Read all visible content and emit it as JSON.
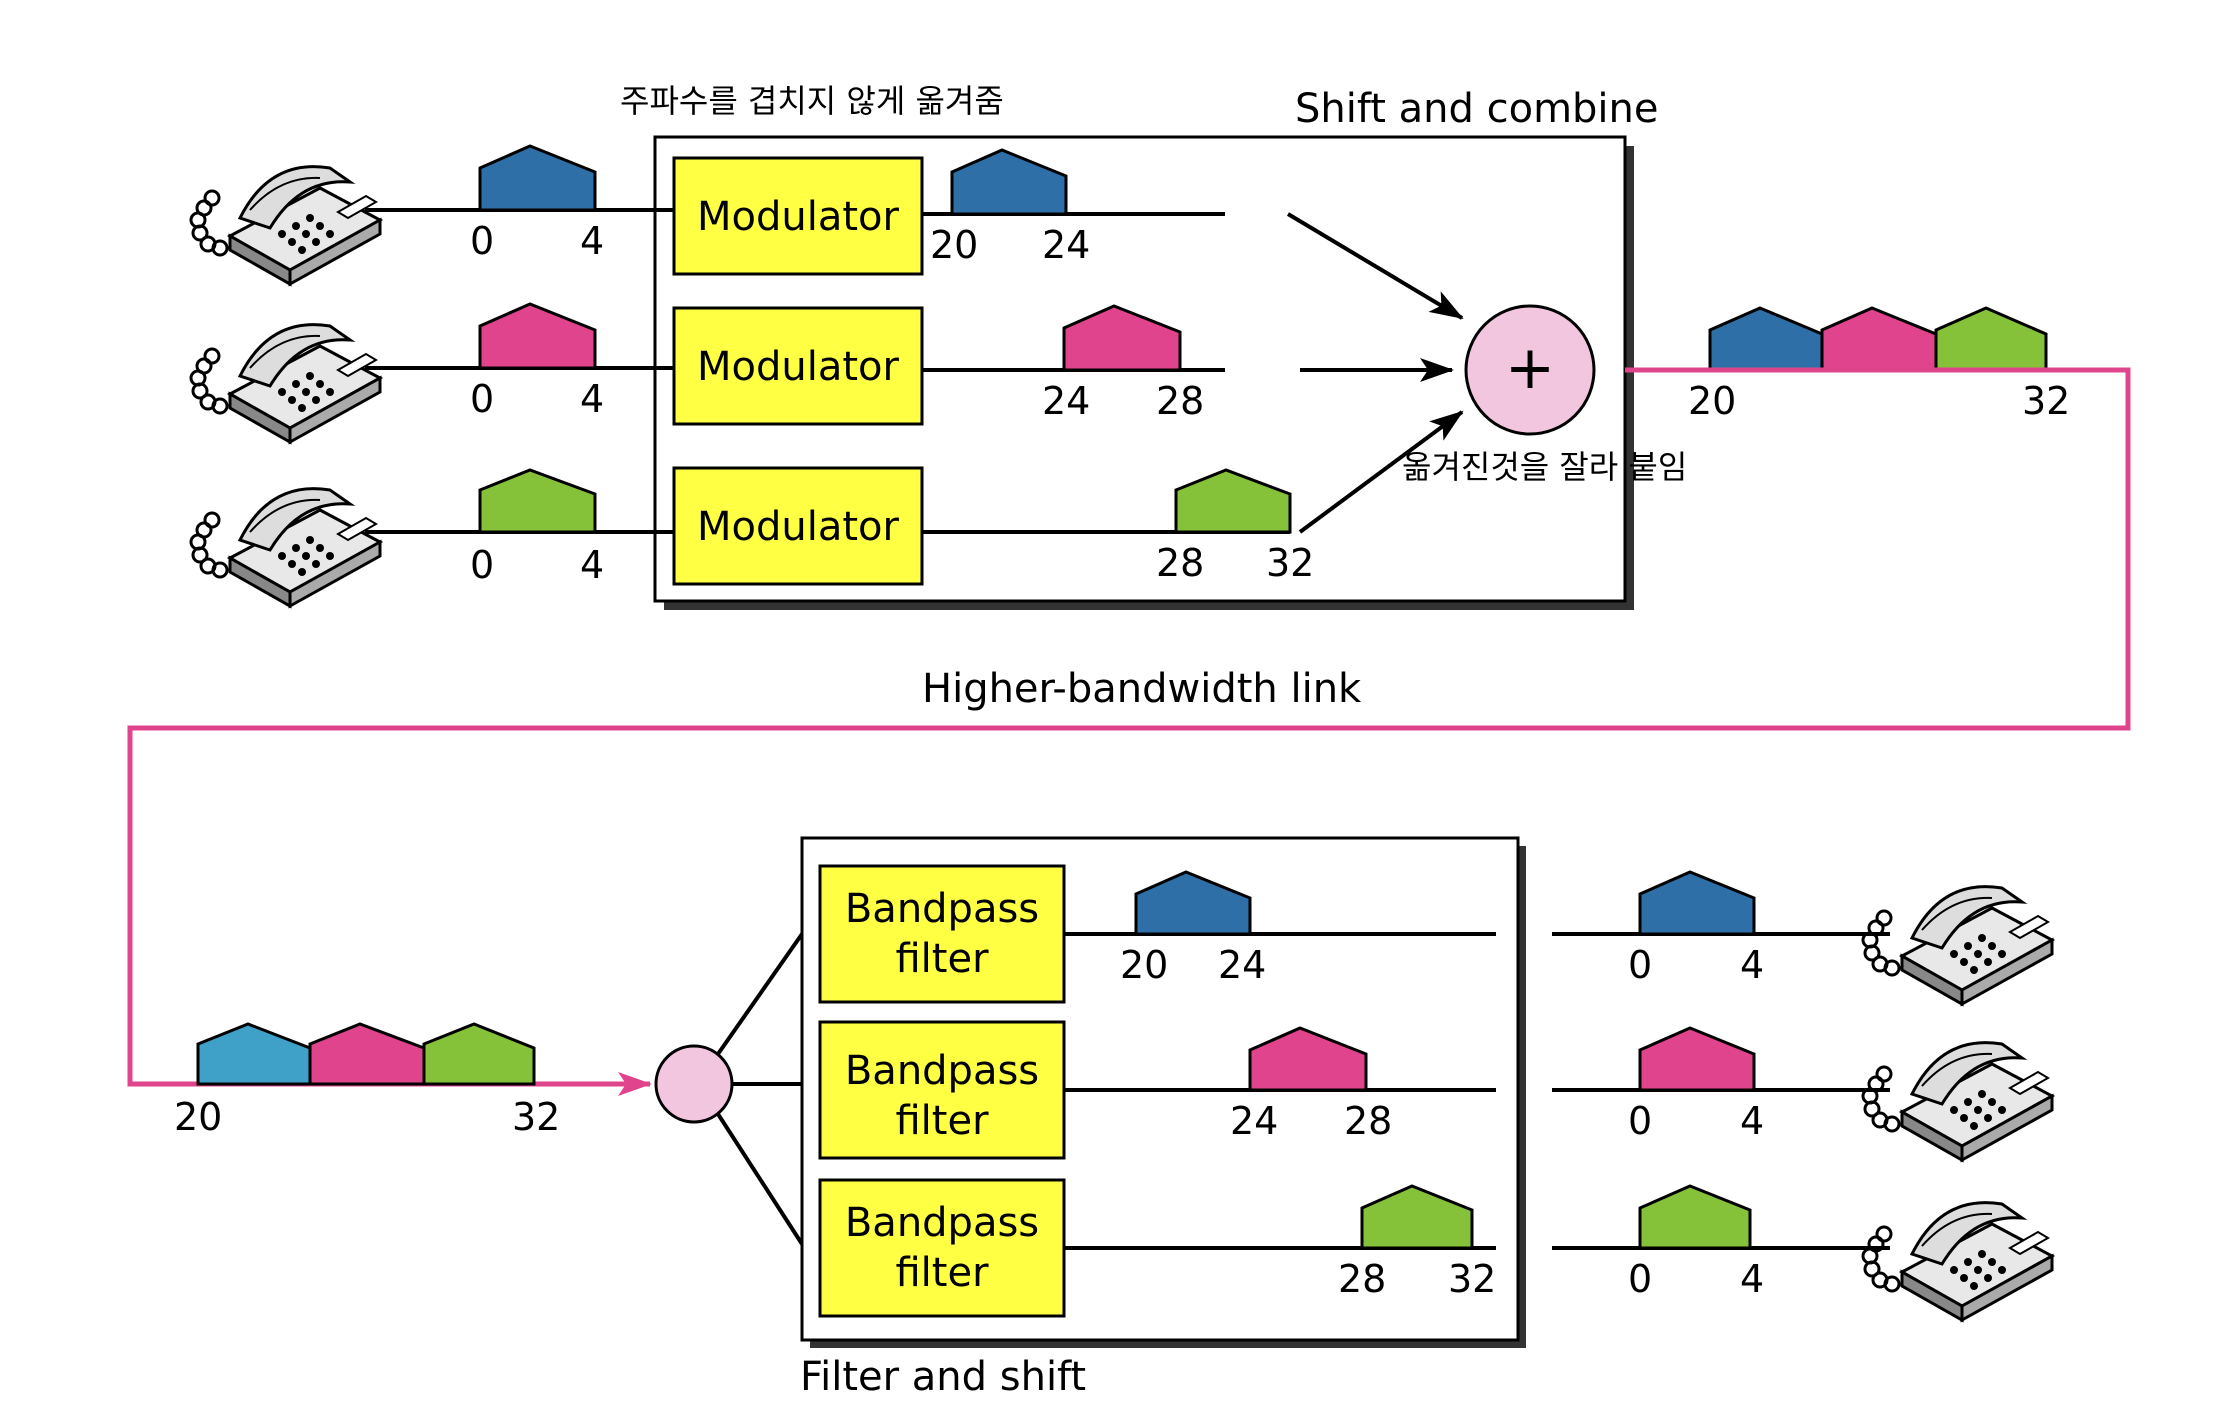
{
  "labels": {
    "korean_top": "주파수를 겹치지 않게 옮겨줌",
    "shift_combine": "Shift and combine",
    "korean_mid": "옮겨진것을 잘라 붙임",
    "higher_link": "Higher-bandwidth link",
    "filter_shift": "Filter and shift"
  },
  "colors": {
    "blue": "#2e6fa8",
    "pink": "#e0448c",
    "green": "#86c13a",
    "lightblue": "#3fa0c8",
    "box": "#ffff44",
    "node": "#f2c6df"
  },
  "modulators": [
    {
      "label": "Modulator",
      "in": [
        "0",
        "4"
      ],
      "out": [
        "20",
        "24"
      ]
    },
    {
      "label": "Modulator",
      "in": [
        "0",
        "4"
      ],
      "out": [
        "24",
        "28"
      ]
    },
    {
      "label": "Modulator",
      "in": [
        "0",
        "4"
      ],
      "out": [
        "28",
        "32"
      ]
    }
  ],
  "combined_top": [
    "20",
    "32"
  ],
  "combined_bottom": [
    "20",
    "32"
  ],
  "combiner_symbol": "+",
  "filters": [
    {
      "label1": "Bandpass",
      "label2": "filter",
      "band": [
        "20",
        "24"
      ],
      "out": [
        "0",
        "4"
      ]
    },
    {
      "label1": "Bandpass",
      "label2": "filter",
      "band": [
        "24",
        "28"
      ],
      "out": [
        "0",
        "4"
      ]
    },
    {
      "label1": "Bandpass",
      "label2": "filter",
      "band": [
        "28",
        "32"
      ],
      "out": [
        "0",
        "4"
      ]
    }
  ]
}
